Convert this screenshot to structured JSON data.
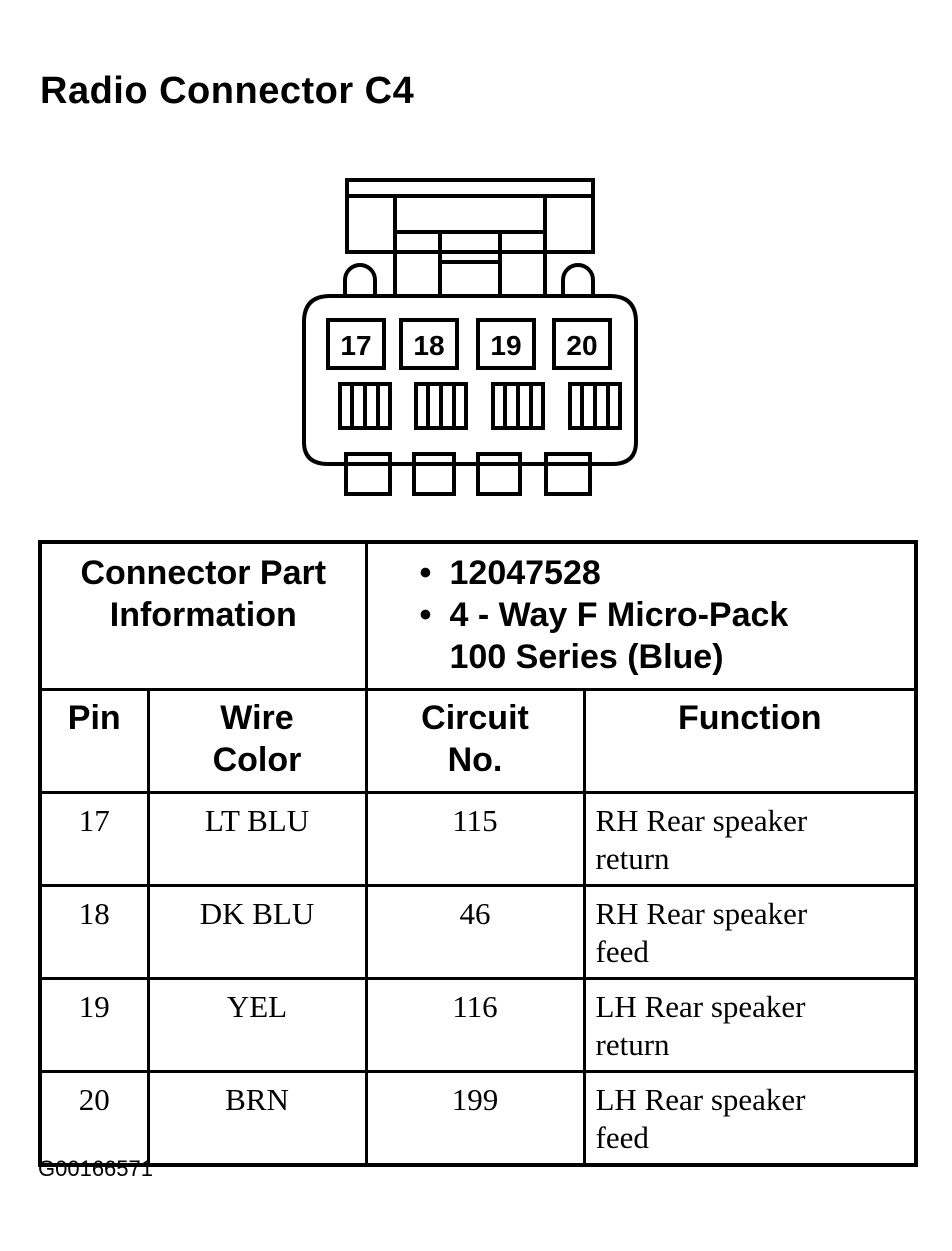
{
  "title": "Radio Connector C4",
  "connector_pins": [
    "17",
    "18",
    "19",
    "20"
  ],
  "part_info": {
    "label_line1": "Connector Part",
    "label_line2": "Information",
    "part_number": "12047528",
    "desc_line1": "4 - Way F Micro-Pack",
    "desc_line2": "100 Series (Blue)"
  },
  "columns": {
    "pin": "Pin",
    "wire_color_line1": "Wire",
    "wire_color_line2": "Color",
    "circuit_line1": "Circuit",
    "circuit_line2": "No.",
    "function": "Function"
  },
  "rows": [
    {
      "pin": "17",
      "wire": "LT BLU",
      "circuit": "115",
      "func_line1": "RH Rear speaker",
      "func_line2": "return"
    },
    {
      "pin": "18",
      "wire": "DK BLU",
      "circuit": "46",
      "func_line1": "RH Rear speaker",
      "func_line2": "feed"
    },
    {
      "pin": "19",
      "wire": "YEL",
      "circuit": "116",
      "func_line1": "LH Rear speaker",
      "func_line2": "return"
    },
    {
      "pin": "20",
      "wire": "BRN",
      "circuit": "199",
      "func_line1": "LH Rear speaker",
      "func_line2": "feed"
    }
  ],
  "figure_id": "G00166571"
}
